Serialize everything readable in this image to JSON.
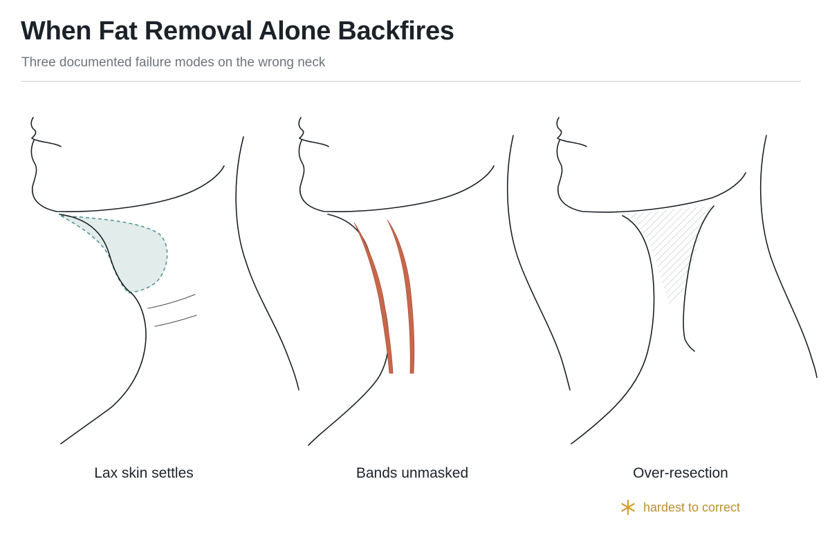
{
  "header": {
    "title": "When Fat Removal Alone Backfires",
    "subtitle": "Three documented failure modes on the wrong neck"
  },
  "panels": [
    {
      "label": "Lax skin settles",
      "icon": "neck-profile-lax-skin-icon"
    },
    {
      "label": "Bands unmasked",
      "icon": "neck-profile-platysmal-bands-icon"
    },
    {
      "label": "Over-resection",
      "icon": "neck-profile-over-resection-icon"
    }
  ],
  "note": {
    "text": "hardest to correct",
    "icon": "asterisk-icon"
  },
  "colors": {
    "line": "#1a1f24",
    "lax_fill": "#e2ecea",
    "lax_stroke": "#4a8f96",
    "band": "#c8684a",
    "band_dark": "#a9503a",
    "hatch": "#b9bec2",
    "accent": "#d4a230",
    "note_text": "#b8902a",
    "subtitle": "#6e747a",
    "rule": "#c9ccd0"
  }
}
